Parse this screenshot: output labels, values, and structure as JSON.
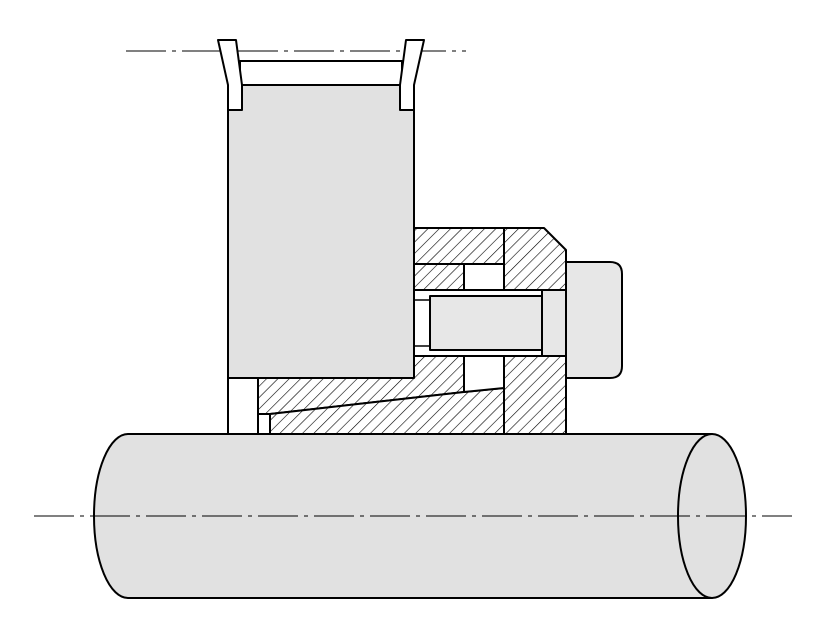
{
  "drawing": {
    "colors": {
      "background": "#ffffff",
      "line": "#000000",
      "part_fill": "#e1e1e1",
      "bolt_head_fill": "#e7e7e7",
      "hatch": "#000000"
    },
    "parts": [
      "centerline",
      "shaft",
      "hub",
      "clamp-ring",
      "inner-taper-ring",
      "outer-taper-ring",
      "clamping-screw"
    ]
  }
}
